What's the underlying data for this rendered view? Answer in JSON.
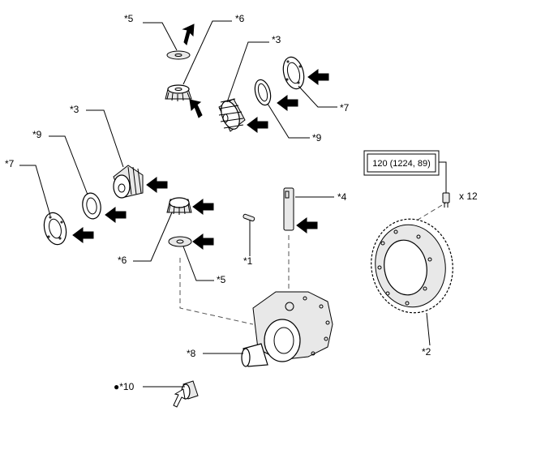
{
  "labels": {
    "p5_top": "*5",
    "p6_top": "*6",
    "p3_top": "*3",
    "p7_right": "*7",
    "p9_right": "*9",
    "p3_left": "*3",
    "p9_left": "*9",
    "p7_left": "*7",
    "p4": "*4",
    "p6_mid": "*6",
    "p5_mid": "*5",
    "p1": "*1",
    "p8": "*8",
    "p2": "*2",
    "p10": "●*10"
  },
  "torque": {
    "spec": "120 (1224, 89)",
    "count": "x 12"
  }
}
